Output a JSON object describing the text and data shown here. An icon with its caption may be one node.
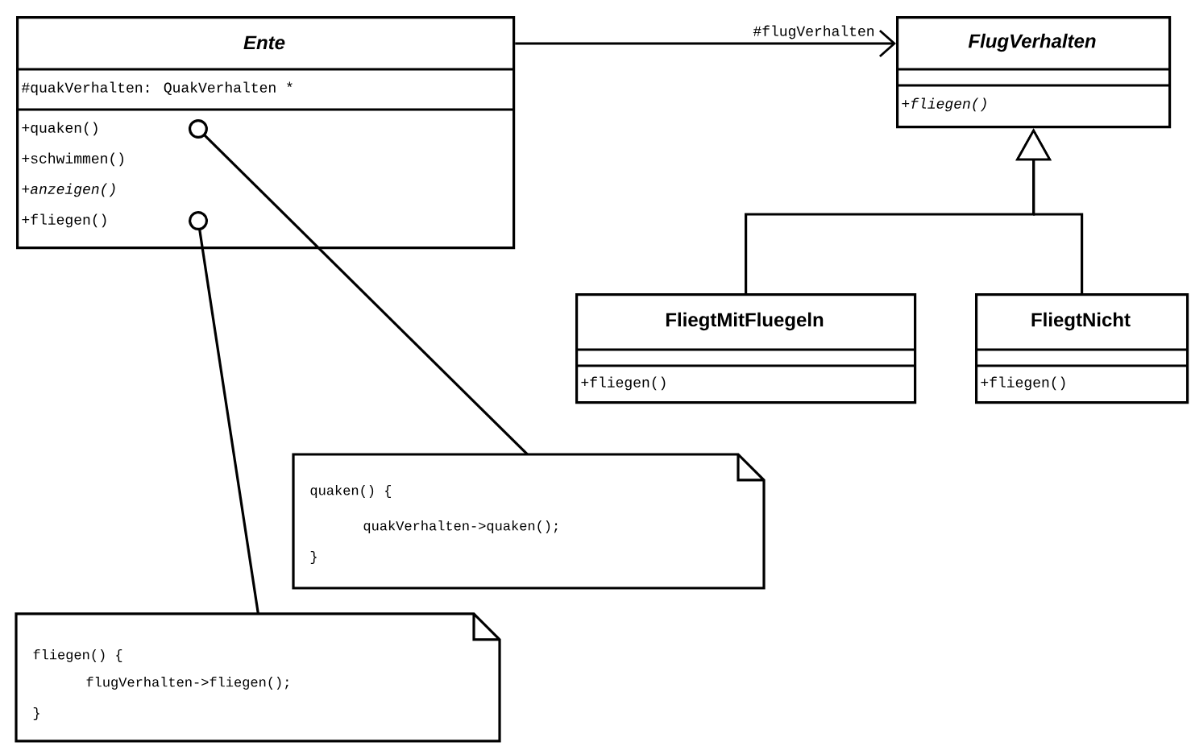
{
  "diagram": {
    "nodes": [
      {
        "text": [
          "Ente",
          "#quakVerhalten: QuakVerhalten *",
          "+quaken()",
          "+schwimmen()",
          "+anzeigen()",
          "+fliegen()"
        ]
      },
      {
        "text": [
          "FlugVerhalten",
          "+fliegen()"
        ]
      },
      {
        "text": [
          "FliegtMitFluegeln",
          "+fliegen()"
        ]
      },
      {
        "text": [
          "FliegtNicht",
          "+fliegen()"
        ]
      },
      {
        "text": [
          "quaken() {",
          "quakVerhalten->quaken();",
          "}"
        ]
      },
      {
        "text": [
          "fliegen() {",
          "flugVerhalten->fliegen();",
          "}"
        ]
      }
    ],
    "edges": [
      {
        "from": 0,
        "to": 1,
        "arrow": "to",
        "label": "#flugVerhalten"
      },
      {
        "from": 2,
        "to": 1,
        "arrow": "to"
      },
      {
        "from": 3,
        "to": 1,
        "arrow": "to"
      },
      {
        "from": 4,
        "to": 0,
        "arrow": "other"
      },
      {
        "from": 5,
        "to": 0,
        "arrow": "other"
      }
    ]
  }
}
